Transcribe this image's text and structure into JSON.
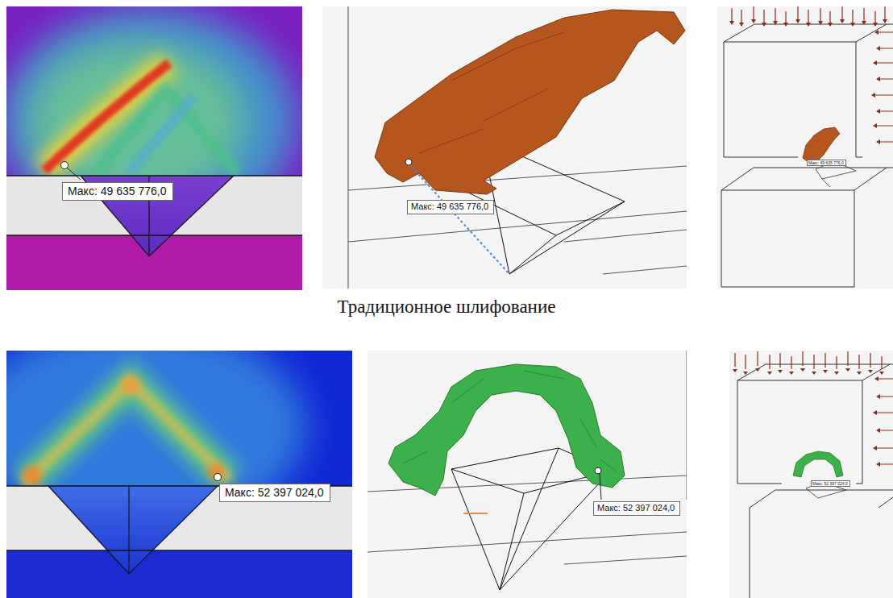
{
  "diagram": {
    "caption": "Традиционное шлифование",
    "nodes": [
      {
        "text": [
          "Макс: 49 635 776,0"
        ]
      },
      {
        "text": [
          "Макс: 49 635 776,0"
        ]
      },
      {
        "text": [
          "Макс: 49 635 776,0"
        ]
      },
      {
        "text": [
          "Макс: 52 397 024,0"
        ]
      },
      {
        "text": [
          "Макс: 52 397 024,0"
        ]
      },
      {
        "text": [
          "Макс: 52 397 024,0"
        ]
      }
    ]
  }
}
